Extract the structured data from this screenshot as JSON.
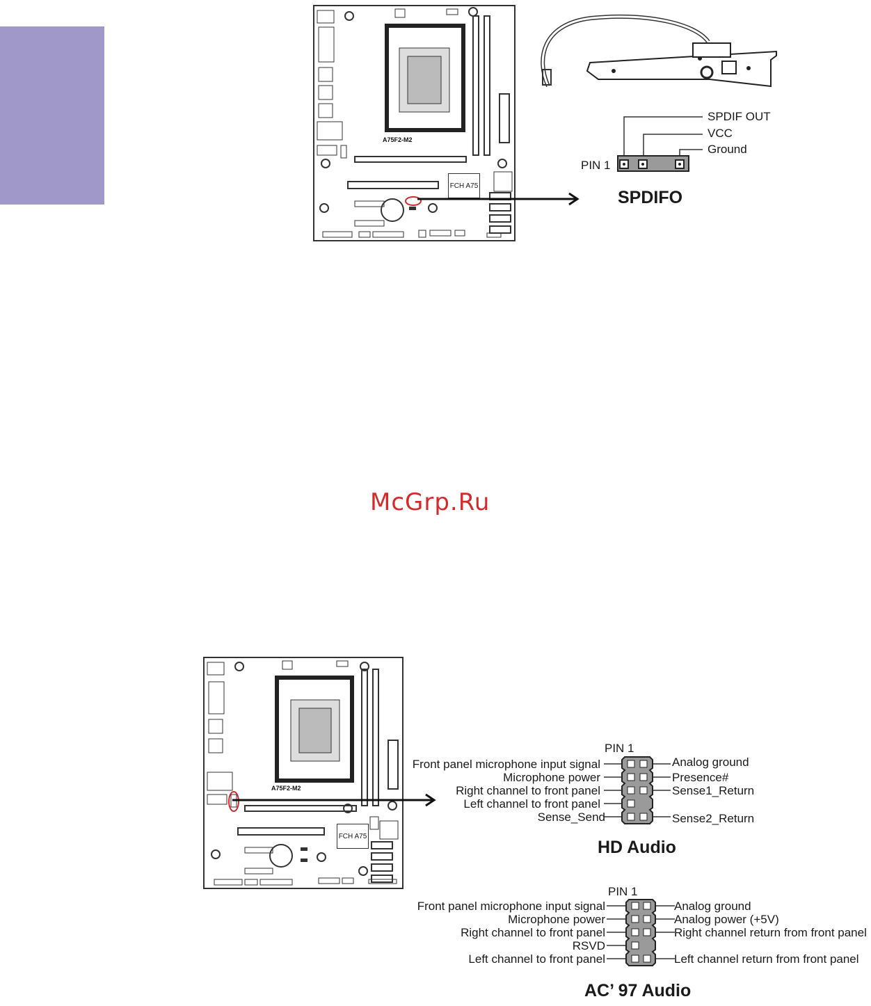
{
  "watermark": "McGrp.Ru",
  "board_top": {
    "model": "A75F2-M2",
    "chipset": "FCH A75"
  },
  "board_bottom": {
    "model": "A75F2-M2",
    "chipset": "FCH A75"
  },
  "spdifo": {
    "title": "SPDIFO",
    "pin1": "PIN 1",
    "pins": [
      "SPDIF OUT",
      "VCC",
      "Ground"
    ]
  },
  "hd_audio": {
    "title": "HD Audio",
    "pin1": "PIN 1",
    "left": [
      "Front panel microphone input signal",
      "Microphone power",
      "Right channel to front panel",
      "Left channel to front panel",
      "Sense_Send"
    ],
    "right": [
      "Analog ground",
      "Presence#",
      "Sense1_Return",
      "Sense2_Return"
    ]
  },
  "ac97_audio": {
    "title": "AC’ 97 Audio",
    "pin1": "PIN 1",
    "left": [
      "Front panel microphone input signal",
      "Microphone power",
      "Right channel to front panel",
      "RSVD",
      "Left channel to front panel"
    ],
    "right": [
      "Analog ground",
      "Analog power (+5V)",
      "Right channel return from front panel",
      "Left channel return from front panel"
    ]
  },
  "colors": {
    "side_tab": "#9f98c9",
    "highlight": "#d42a2a",
    "watermark": "#d42a2a"
  }
}
